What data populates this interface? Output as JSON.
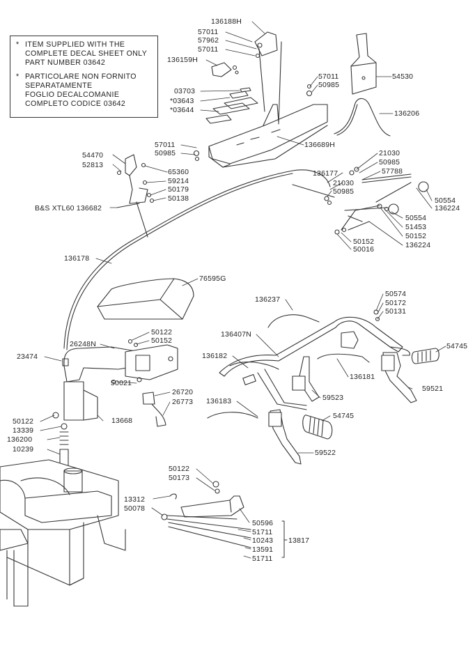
{
  "note": {
    "marker": "*",
    "english": [
      "ITEM SUPPLIED WITH THE",
      "COMPLETE DECAL SHEET ONLY",
      "PART NUMBER 03642"
    ],
    "italian": [
      "PARTICOLARE NON FORNITO",
      "SEPARATAMENTE",
      "FOGLIO DECALCOMANIE",
      "COMPLETO CODICE 03642"
    ]
  },
  "labels": {
    "p136188H": "136188H",
    "p57011a": "57011",
    "p57962": "57962",
    "p57011b": "57011",
    "p136159H": "136159H",
    "p03703": "03703",
    "p03643": "*03643",
    "p03644": "*03644",
    "p57011c": "57011",
    "p50985a": "50985",
    "p136689H": "136689H",
    "p57011d": "57011",
    "p50985b": "50985",
    "p54530": "54530",
    "p136206": "136206",
    "p54470": "54470",
    "p52813": "52813",
    "p65360": "65360",
    "p59214": "59214",
    "p50179": "50179",
    "p50138": "50138",
    "p136682": "B&S  XTL60  136682",
    "p21030a": "21030",
    "p50985c": "50985",
    "p57788": "57788",
    "p136177": "136177",
    "p21030b": "21030",
    "p50985d": "50985",
    "p50554a": "50554",
    "p136224a": "136224",
    "p50554b": "50554",
    "p51453": "51453",
    "p50152a": "50152",
    "p136224b": "136224",
    "p50152b": "50152",
    "p50016": "50016",
    "p136178": "136178",
    "p76595G": "76595G",
    "p136237": "136237",
    "p50574": "50574",
    "p50172": "50172",
    "p50131": "50131",
    "p136407N": "136407N",
    "p54745a": "54745",
    "p50122a": "50122",
    "p50152c": "50152",
    "p26248N": "26248N",
    "p23474": "23474",
    "p136182": "136182",
    "p136181": "136181",
    "p59521": "59521",
    "p59523": "59523",
    "p50021": "50021",
    "p26720": "26720",
    "p26773": "26773",
    "p136183": "136183",
    "p54745b": "54745",
    "p50122b": "50122",
    "p13668": "13668",
    "p13339": "13339",
    "p136200": "136200",
    "p10239": "10239",
    "p59522": "59522",
    "p50122c": "50122",
    "p50173": "50173",
    "p13312": "13312",
    "p50078": "50078",
    "p50596": "50596",
    "p51711a": "51711",
    "p10243": "10243",
    "p13591": "13591",
    "p51711b": "51711",
    "p13817": "13817"
  }
}
